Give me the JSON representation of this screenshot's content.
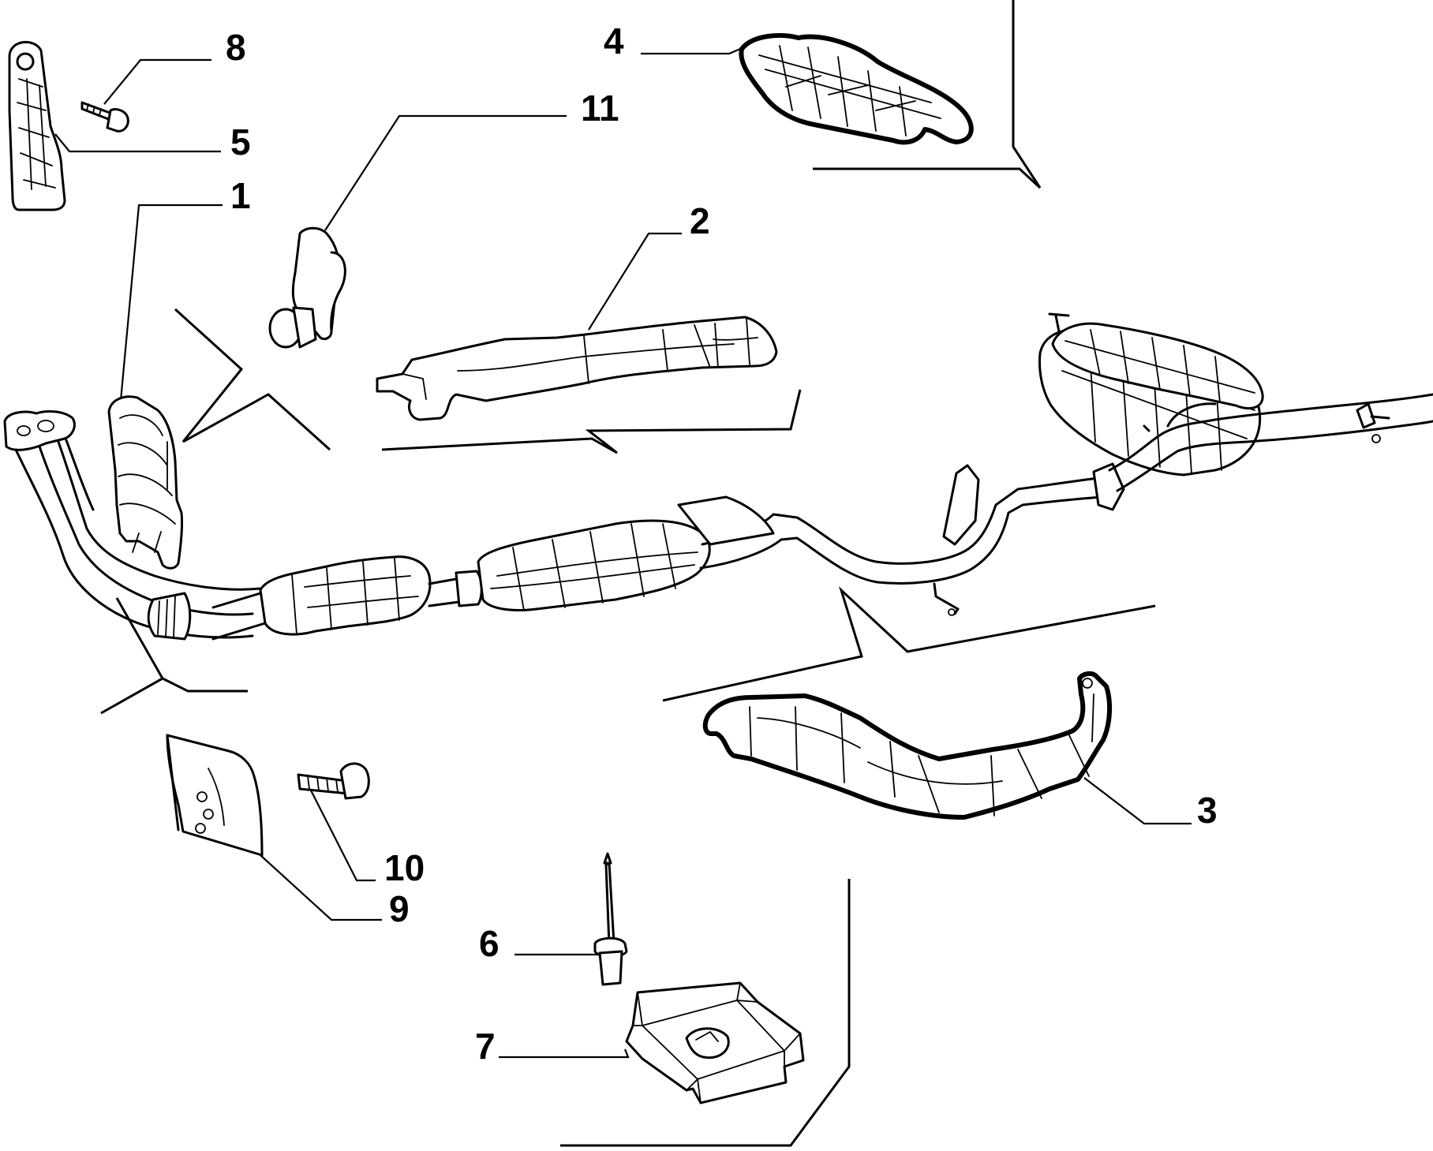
{
  "diagram": {
    "callouts": [
      {
        "id": "label-8",
        "text": "8"
      },
      {
        "id": "label-11",
        "text": "11"
      },
      {
        "id": "label-4",
        "text": "4"
      },
      {
        "id": "label-5",
        "text": "5"
      },
      {
        "id": "label-1",
        "text": "1"
      },
      {
        "id": "label-2",
        "text": "2"
      },
      {
        "id": "label-3",
        "text": "3"
      },
      {
        "id": "label-10",
        "text": "10"
      },
      {
        "id": "label-9",
        "text": "9"
      },
      {
        "id": "label-6",
        "text": "6"
      },
      {
        "id": "label-7",
        "text": "7"
      }
    ]
  }
}
